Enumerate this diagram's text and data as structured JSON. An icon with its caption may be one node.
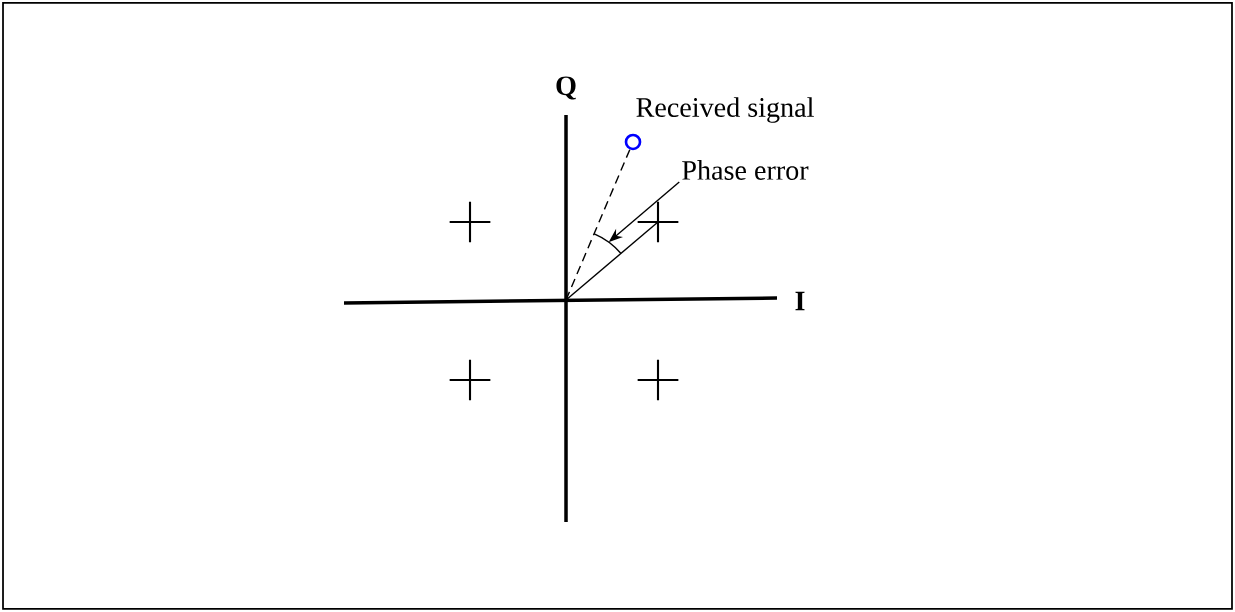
{
  "diagram": {
    "nodes": [
      {
        "text": [],
        "shape": "circle",
        "beside": [
          "Received signal"
        ]
      },
      {
        "text": [],
        "shape": "cross"
      },
      {
        "text": [],
        "shape": "cross"
      },
      {
        "text": [],
        "shape": "cross"
      },
      {
        "text": [],
        "shape": "cross"
      },
      {
        "text": [
          "Phase error"
        ]
      },
      {
        "text": [],
        "shape": "arc"
      }
    ],
    "edges": [
      {
        "from": null,
        "to": 0,
        "arrow": "none",
        "style": "dashed"
      },
      {
        "from": null,
        "to": 2,
        "arrow": "none"
      },
      {
        "from": 5,
        "to": 6,
        "arrow": "to"
      }
    ],
    "labels": [
      "Q",
      "I"
    ]
  }
}
